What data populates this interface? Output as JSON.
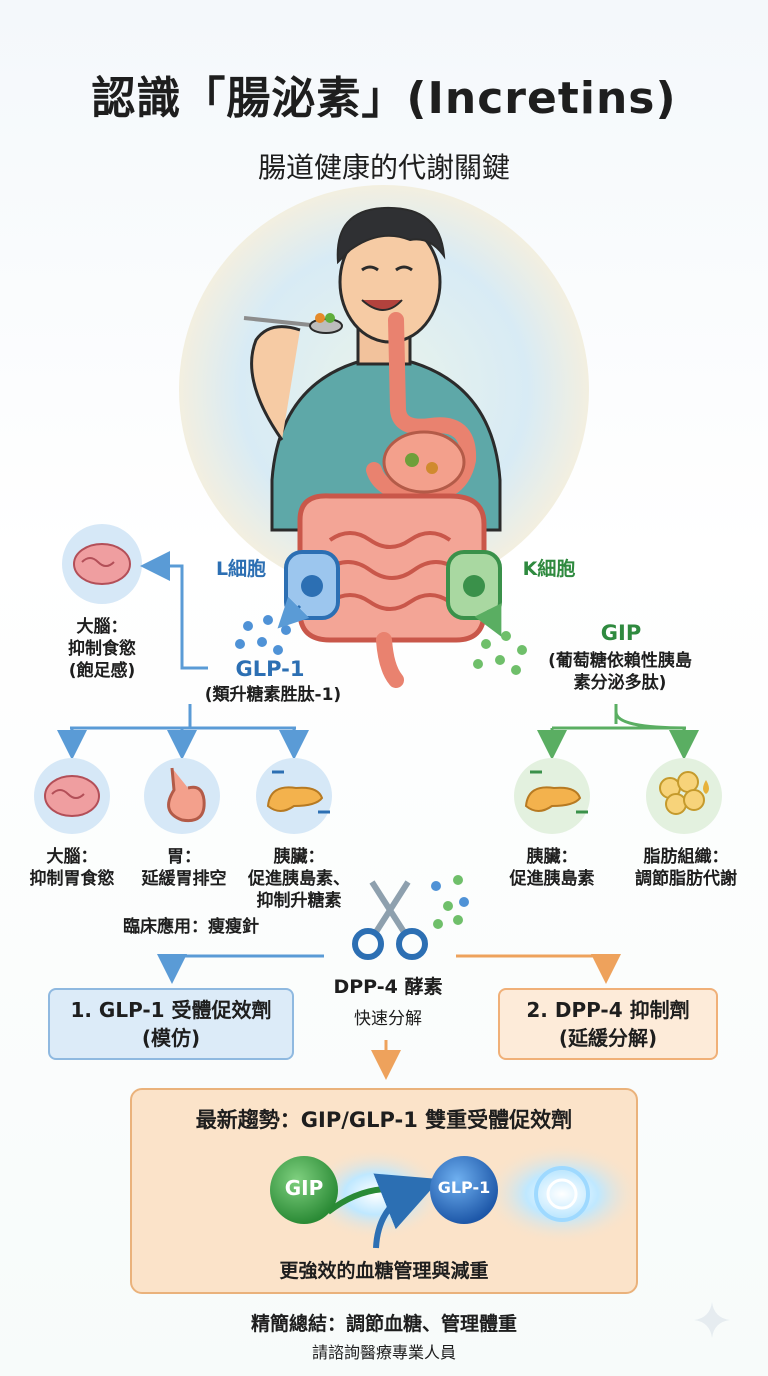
{
  "header": {
    "title": "認識「腸泌素」(Incretins)",
    "subtitle": "腸道健康的代謝關鍵"
  },
  "l_cell": {
    "name": "L細胞",
    "hormone": "GLP-1",
    "hormone_full": "(類升糖素胜肽-1)",
    "brain_top": {
      "line1": "大腦：",
      "line2": "抑制食慾",
      "line3": "(飽足感)"
    },
    "targets": [
      {
        "line1": "大腦：",
        "line2": "抑制胃食慾"
      },
      {
        "line1": "胃：",
        "line2": "延緩胃排空"
      },
      {
        "line1": "胰臟：",
        "line2": "促進胰島素、",
        "line3": "抑制升糖素"
      }
    ],
    "clinical": "臨床應用：瘦瘦針"
  },
  "k_cell": {
    "name": "K細胞",
    "hormone": "GIP",
    "hormone_full_1": "(葡萄糖依賴性胰島",
    "hormone_full_2": "素分泌多肽)",
    "targets": [
      {
        "line1": "胰臟：",
        "line2": "促進胰島素"
      },
      {
        "line1": "脂肪組織：",
        "line2": "調節脂肪代謝"
      }
    ]
  },
  "dpp4": {
    "name": "DPP-4 酵素",
    "action": "快速分解"
  },
  "drugs": {
    "left_line1": "1. GLP-1 受體促效劑",
    "left_line2": "(模仿)",
    "right_line1": "2. DPP-4 抑制劑",
    "right_line2": "(延緩分解)"
  },
  "trend": {
    "title": "最新趨勢：GIP/GLP-1 雙重受體促效劑",
    "gip": "GIP",
    "glp1": "GLP-1",
    "summary": "更強效的血糖管理與減重"
  },
  "footer": {
    "summary": "精簡總結：調節血糖、管理體重",
    "note": "請諮詢醫療專業人員"
  },
  "colors": {
    "blue": "#2c6fb3",
    "green": "#2f8a3f",
    "orange": "#f0a35e",
    "intestine": "#ef8c80"
  }
}
